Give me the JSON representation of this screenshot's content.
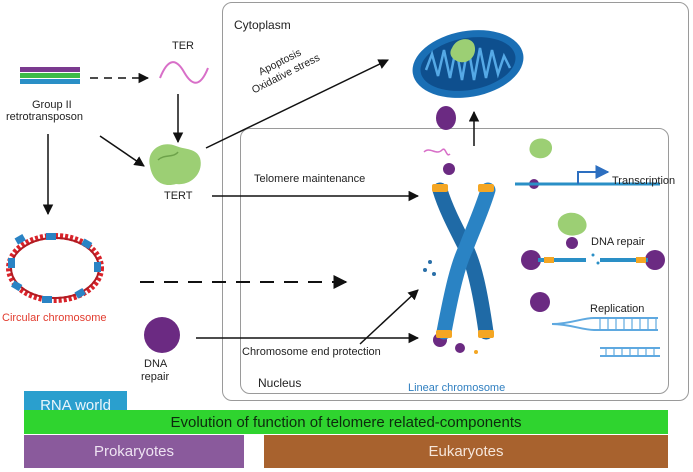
{
  "labels": {
    "cytoplasm": "Cytoplasm",
    "nucleus": "Nucleus",
    "ter": "TER",
    "tert": "TERT",
    "group_ii_line1": "Group II",
    "group_ii_line2": "retrotransposon",
    "apoptosis": "Apoptosis",
    "oxidative_stress": "Oxidative stress",
    "telomere_maintenance": "Telomere maintenance",
    "transcription": "Transcription",
    "dna_repair_right": "DNA repair",
    "replication": "Replication",
    "circular_chromosome": "Circular chromosome",
    "dna_repair_left_line1": "DNA",
    "dna_repair_left_line2": "repair",
    "chromosome_end_protection": "Chromosome end protection",
    "linear_chromosome": "Linear chromosome"
  },
  "bands": {
    "rna_world": "RNA world",
    "evolution": "Evolution of function of telomere related-components",
    "prokaryotes": "Prokaryotes",
    "eukaryotes": "Eukaryotes"
  },
  "colors": {
    "purple": "#6b2a82",
    "green_protein": "#9ccf74",
    "chromosome_blue": "#1f6aa6",
    "telomere_orange": "#f4a623",
    "circular_red": "#d8232a",
    "mito_blue": "#1665a8",
    "band_green": "#2fd42f",
    "band_blue": "#2a9fce",
    "band_purple": "#8a5a9c",
    "band_brown": "#a8622e",
    "circular_label": "#e23b2e",
    "linear_label": "#2f7fc0"
  },
  "icons": [
    "mitochondrion-icon",
    "tert-protein-icon",
    "ter-rna-icon",
    "linear-chromosome-icon",
    "circular-chromosome-icon",
    "dna-strand-icon"
  ]
}
